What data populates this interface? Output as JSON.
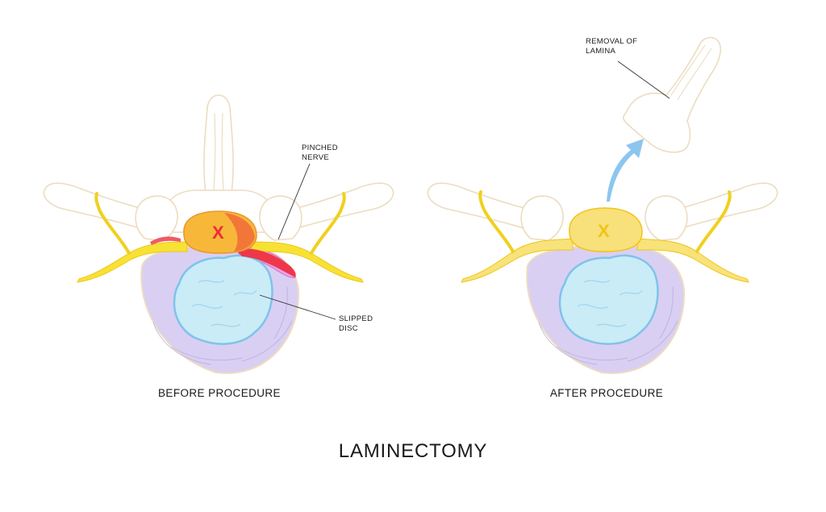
{
  "title": "LAMINECTOMY",
  "before": {
    "caption": "BEFORE PROCEDURE",
    "pinched_nerve_line1": "PINCHED",
    "pinched_nerve_line2": "NERVE",
    "slipped_disc_line1": "SLIPPED",
    "slipped_disc_line2": "DISC"
  },
  "after": {
    "caption": "AFTER PROCEDURE",
    "removal_line1": "REMOVAL OF",
    "removal_line2": "LAMINA"
  },
  "colors": {
    "bone_outline": "#ecdcc0",
    "nerve_yellow": "#f7e233",
    "inflamed_red": "#ef2b3a",
    "disc_ring": "#d8cdf2",
    "nucleus": "#c9ecf7",
    "arrow_blue": "#8cc6ef"
  }
}
